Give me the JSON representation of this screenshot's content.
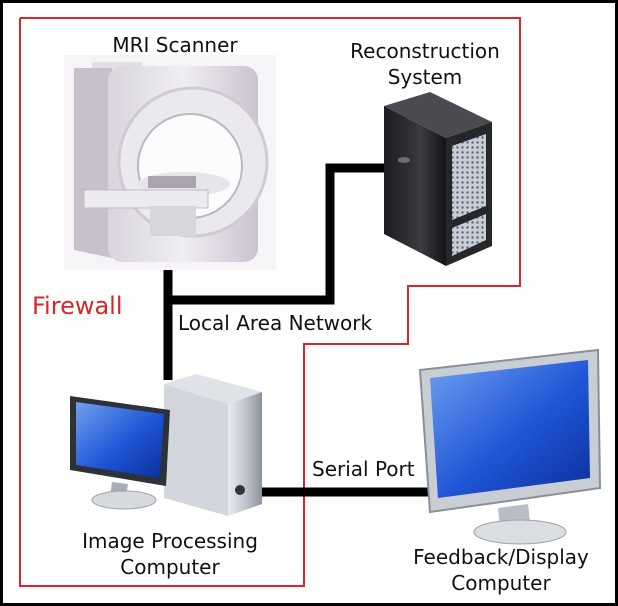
{
  "labels": {
    "mri_scanner": "MRI Scanner",
    "reconstruction_line1": "Reconstruction",
    "reconstruction_line2": "System",
    "firewall": "Firewall",
    "local_area_network": "Local Area Network",
    "serial_port": "Serial Port",
    "image_processing_line1": "Image Processing",
    "image_processing_line2": "Computer",
    "feedback_line1": "Feedback/Display",
    "feedback_line2": "Computer"
  },
  "colors": {
    "firewall": "#d8262a",
    "cable": "#000000"
  },
  "icons": [
    "mri-scanner-icon",
    "server-tower-icon",
    "desktop-computer-icon",
    "monitor-icon"
  ]
}
